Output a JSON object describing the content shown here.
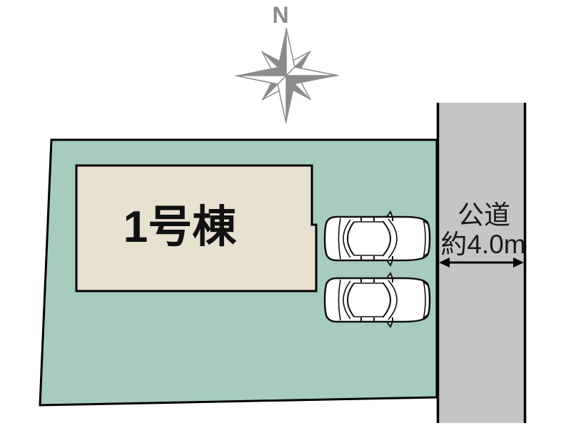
{
  "compass": {
    "label": "N"
  },
  "building": {
    "label": "1号棟"
  },
  "road": {
    "name": "公道",
    "width_label": "約4.0m"
  },
  "parking": {
    "car_count": 2
  },
  "colors": {
    "plot_green": "#a7ccbd",
    "building_beige": "#e8e0d0",
    "road_gray": "#c5c5c5",
    "compass_gray": "#8b8b8b",
    "outline_black": "#000000",
    "car_white": "#ffffff",
    "text_dark": "#111111"
  }
}
